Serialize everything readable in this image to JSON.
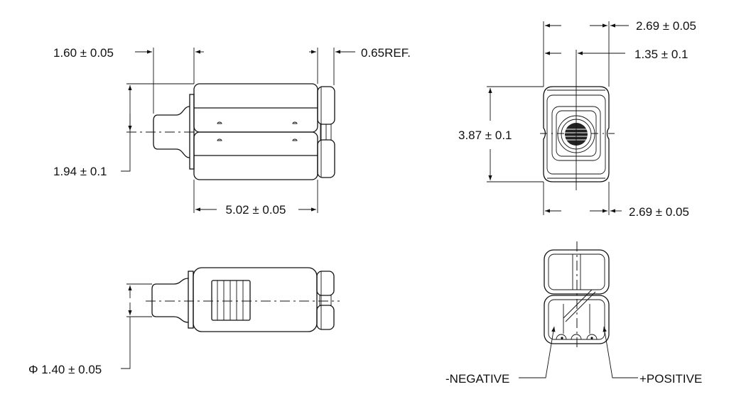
{
  "dimensions": {
    "side_pin_length": "1.60 ± 0.05",
    "side_cap_ref": "0.65REF.",
    "side_height": "1.94 ± 0.1",
    "side_body_length": "5.02 ± 0.05",
    "end_width_top": "2.69 ± 0.05",
    "end_half_width": "1.35 ± 0.1",
    "end_height": "3.87 ± 0.1",
    "end_width_bottom": "2.69 ± 0.05",
    "pin_diameter": "Φ 1.40 ± 0.05"
  },
  "labels": {
    "negative": "-NEGATIVE",
    "positive": "+POSITIVE"
  }
}
